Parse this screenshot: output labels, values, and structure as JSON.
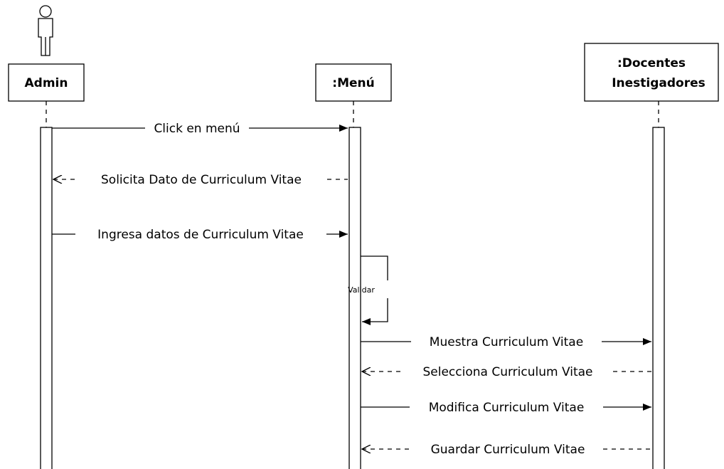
{
  "participants": {
    "admin": {
      "label": "Admin",
      "is_actor": true
    },
    "menu": {
      "label": ":Menú"
    },
    "docentes": {
      "line1": ":Docentes",
      "line2": "Inestigadores"
    }
  },
  "messages": [
    {
      "from": "admin",
      "to": "menu",
      "label": "Click en menú",
      "style": "sync"
    },
    {
      "from": "menu",
      "to": "admin",
      "label": "Solicita Dato de Curriculum Vitae",
      "style": "return"
    },
    {
      "from": "admin",
      "to": "menu",
      "label": "Ingresa datos de Curriculum Vitae",
      "style": "sync"
    },
    {
      "from": "menu",
      "to": "menu",
      "label": "Validar",
      "style": "self"
    },
    {
      "from": "menu",
      "to": "docentes",
      "label": "Muestra Curriculum Vitae",
      "style": "sync"
    },
    {
      "from": "docentes",
      "to": "menu",
      "label": "Selecciona Curriculum Vitae",
      "style": "return"
    },
    {
      "from": "menu",
      "to": "docentes",
      "label": "Modifica Curriculum Vitae",
      "style": "sync"
    },
    {
      "from": "docentes",
      "to": "menu",
      "label": "Guardar Curriculum Vitae",
      "style": "return"
    }
  ]
}
